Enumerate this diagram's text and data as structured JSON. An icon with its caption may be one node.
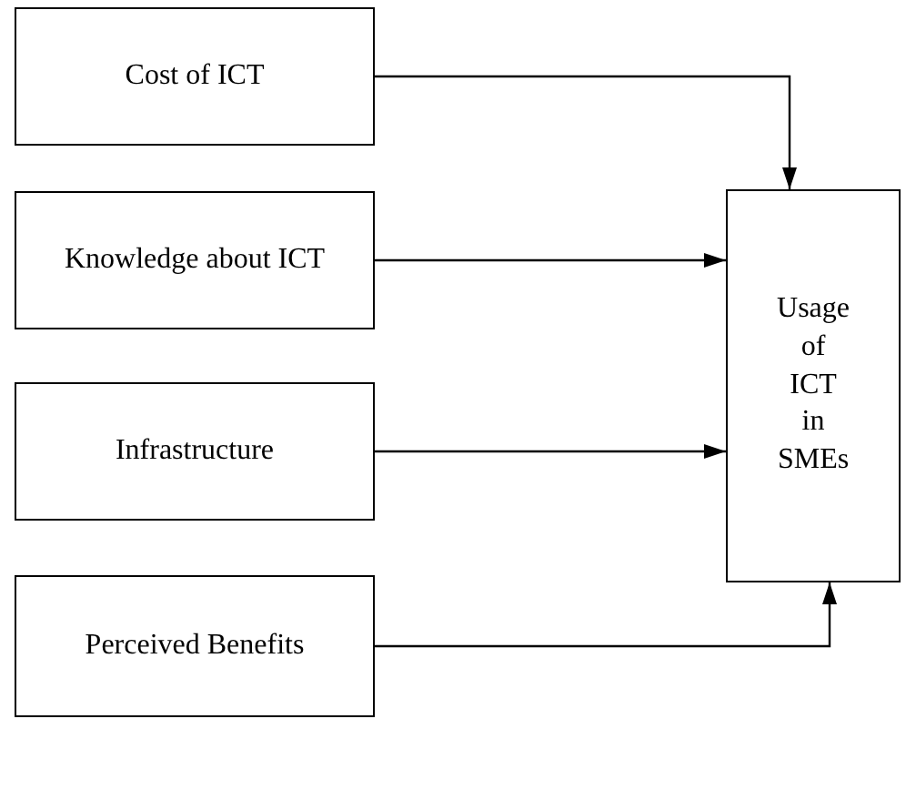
{
  "diagram": {
    "nodes": [
      {
        "text": [
          "Cost of ICT"
        ]
      },
      {
        "text": [
          "Knowledge about ICT"
        ]
      },
      {
        "text": [
          "Infrastructure"
        ]
      },
      {
        "text": [
          "Perceived Benefits"
        ]
      },
      {
        "text": [
          "Usage of ICT in SMEs"
        ]
      }
    ],
    "edges": [
      {
        "from": 0,
        "to": 4,
        "arrow": "to"
      },
      {
        "from": 1,
        "to": 4,
        "arrow": "to"
      },
      {
        "from": 2,
        "to": 4,
        "arrow": "to"
      },
      {
        "from": 3,
        "to": 4,
        "arrow": "to"
      }
    ]
  }
}
